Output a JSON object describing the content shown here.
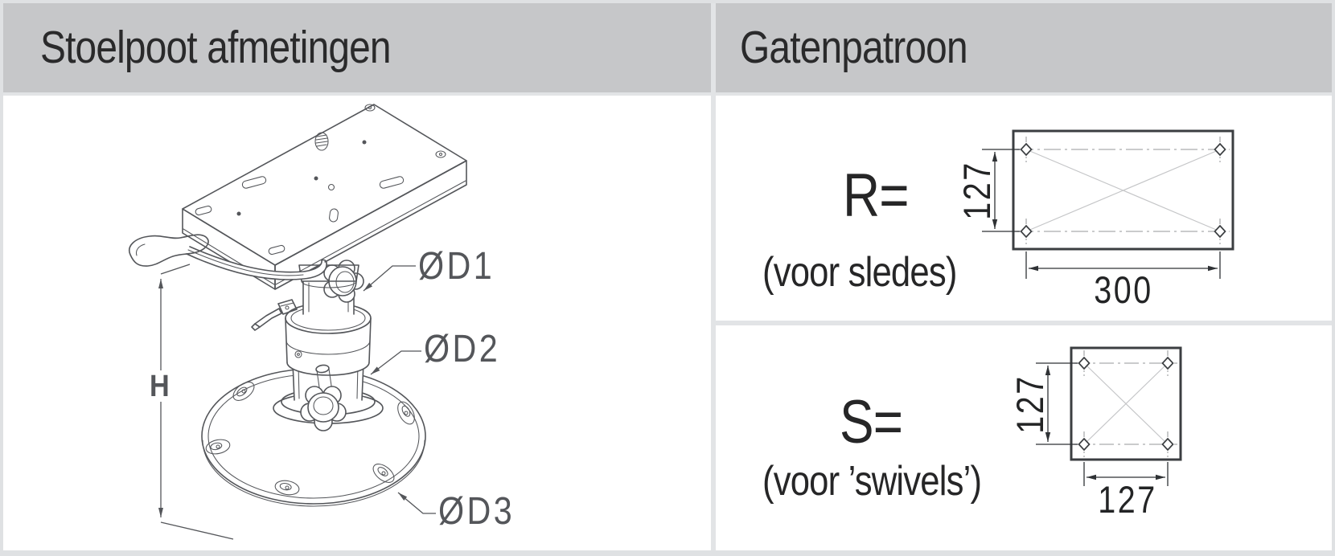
{
  "header": {
    "left_title": "Stoelpoot afmetingen",
    "right_title": "Gatenpatroon"
  },
  "pedestal": {
    "labels": {
      "d1": "ØD1",
      "d2": "ØD2",
      "d3": "ØD3",
      "h": "H"
    }
  },
  "patterns": {
    "r": {
      "symbol": "R=",
      "caption": "(voor sledes)",
      "dim_v": "127",
      "dim_h": "300"
    },
    "s": {
      "symbol": "S=",
      "caption": "(voor ’swivels’)",
      "dim_v": "127",
      "dim_h": "127"
    }
  },
  "colors": {
    "header_bg": "#c6c7c9",
    "border": "#dfe1e3",
    "line_art": "#54565a",
    "dim_dark": "#3b3e41",
    "text_dark": "#2a2a2b"
  }
}
